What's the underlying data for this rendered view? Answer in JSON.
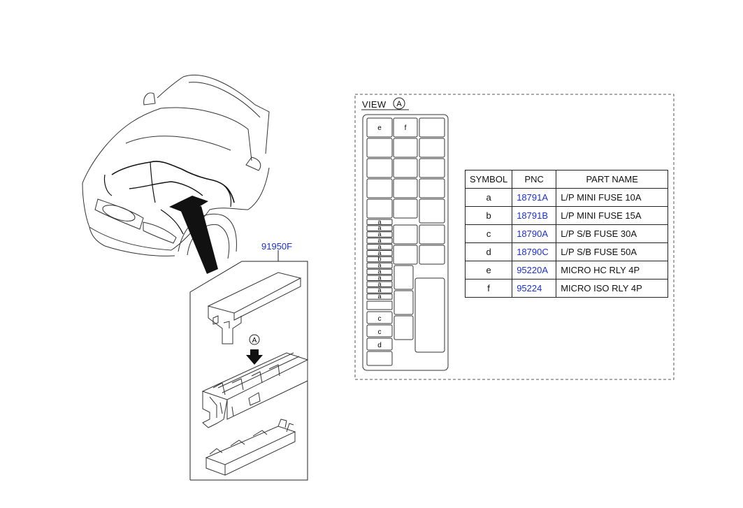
{
  "callout": {
    "pnc": "91950F"
  },
  "view": {
    "label": "VIEW",
    "marker": "A"
  },
  "arrow_marker": "A",
  "fuse_panel": {
    "top_slots": [
      "e",
      "f"
    ],
    "a_slots": [
      "a",
      "a",
      "a",
      "a",
      "a",
      "a",
      "b",
      "a",
      "a",
      "a",
      "a",
      "a",
      "a"
    ],
    "lower_slots": [
      "c",
      "c",
      "d"
    ]
  },
  "table": {
    "headers": [
      "SYMBOL",
      "PNC",
      "PART NAME"
    ],
    "rows": [
      {
        "symbol": "a",
        "pnc": "18791A",
        "name": "L/P MINI FUSE 10A"
      },
      {
        "symbol": "b",
        "pnc": "18791B",
        "name": "L/P MINI FUSE 15A"
      },
      {
        "symbol": "c",
        "pnc": "18790A",
        "name": "L/P S/B FUSE 30A"
      },
      {
        "symbol": "d",
        "pnc": "18790C",
        "name": "L/P S/B FUSE 50A"
      },
      {
        "symbol": "e",
        "pnc": "95220A",
        "name": "MICRO HC RLY 4P"
      },
      {
        "symbol": "f",
        "pnc": "95224",
        "name": "MICRO ISO RLY 4P"
      }
    ]
  },
  "colors": {
    "pnc_link": "#1a2fd6",
    "line": "#222222"
  }
}
